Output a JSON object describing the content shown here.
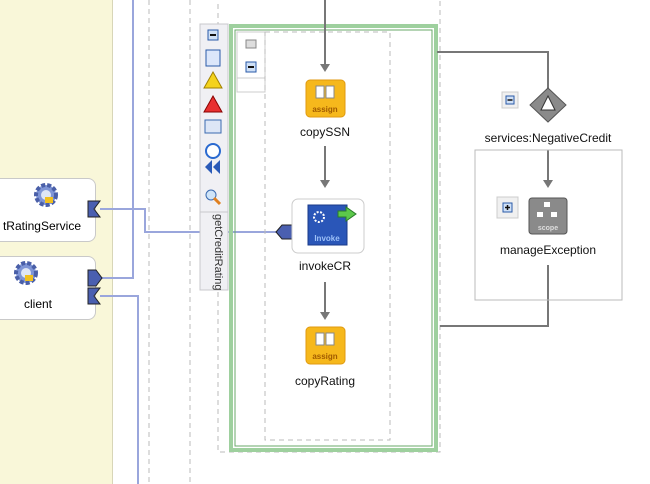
{
  "partner_links": [
    {
      "label": "tRatingService",
      "icon": "gear-plug-icon"
    },
    {
      "label": "client",
      "icon": "gear-plug-icon"
    }
  ],
  "scope": {
    "name": "getCreditRating",
    "toolbar_icons": [
      "collapse-icon",
      "variables-icon",
      "fault-handler-icon",
      "event-handler-icon",
      "message-icon",
      "alarm-icon",
      "compensation-icon",
      "zoom-out-icon"
    ],
    "accent": "#8cc98c"
  },
  "activities": [
    {
      "label": "copySSN",
      "type": "assign",
      "badge": "assign"
    },
    {
      "label": "invokeCR",
      "type": "invoke",
      "badge": "Invoke"
    },
    {
      "label": "copyRating",
      "type": "assign",
      "badge": "assign"
    }
  ],
  "catch": {
    "label": "services:NegativeCredit",
    "child": {
      "label": "manageException",
      "badge": "scope"
    }
  },
  "colors": {
    "partner_panel": "#f9f7d9",
    "link_line": "#9aa6dc",
    "flow_line": "#777777"
  }
}
